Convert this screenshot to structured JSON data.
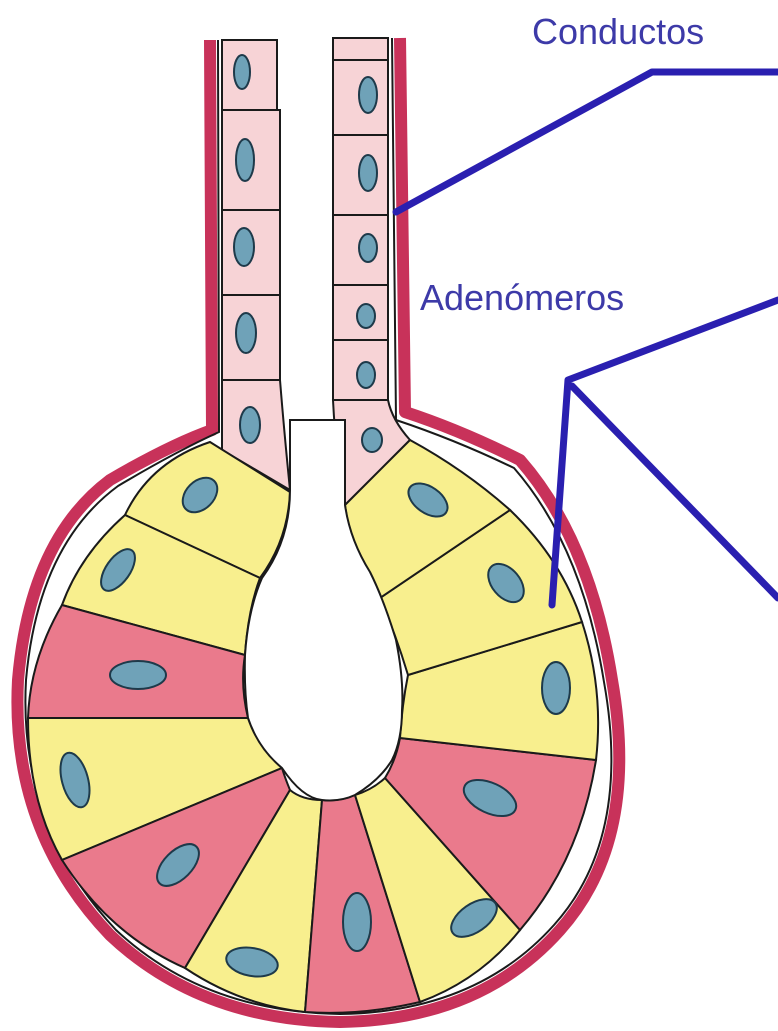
{
  "labels": {
    "conductos": "Conductos",
    "adenomeros": "Adenómeros"
  },
  "colors": {
    "label_text": "#3d3aa8",
    "leader_line": "#2a1fb0",
    "membrane": "#c8325a",
    "outline": "#1a1a1a",
    "duct_cell": "#f7d3d6",
    "serous_cell": "#f8ef8e",
    "mucous_cell": "#ea7a8c",
    "nucleus": "#6fa2b8",
    "nucleus_outline": "#1e3a4a",
    "background": "#ffffff"
  },
  "icons": {
    "nucleus": "oval-nucleus"
  }
}
